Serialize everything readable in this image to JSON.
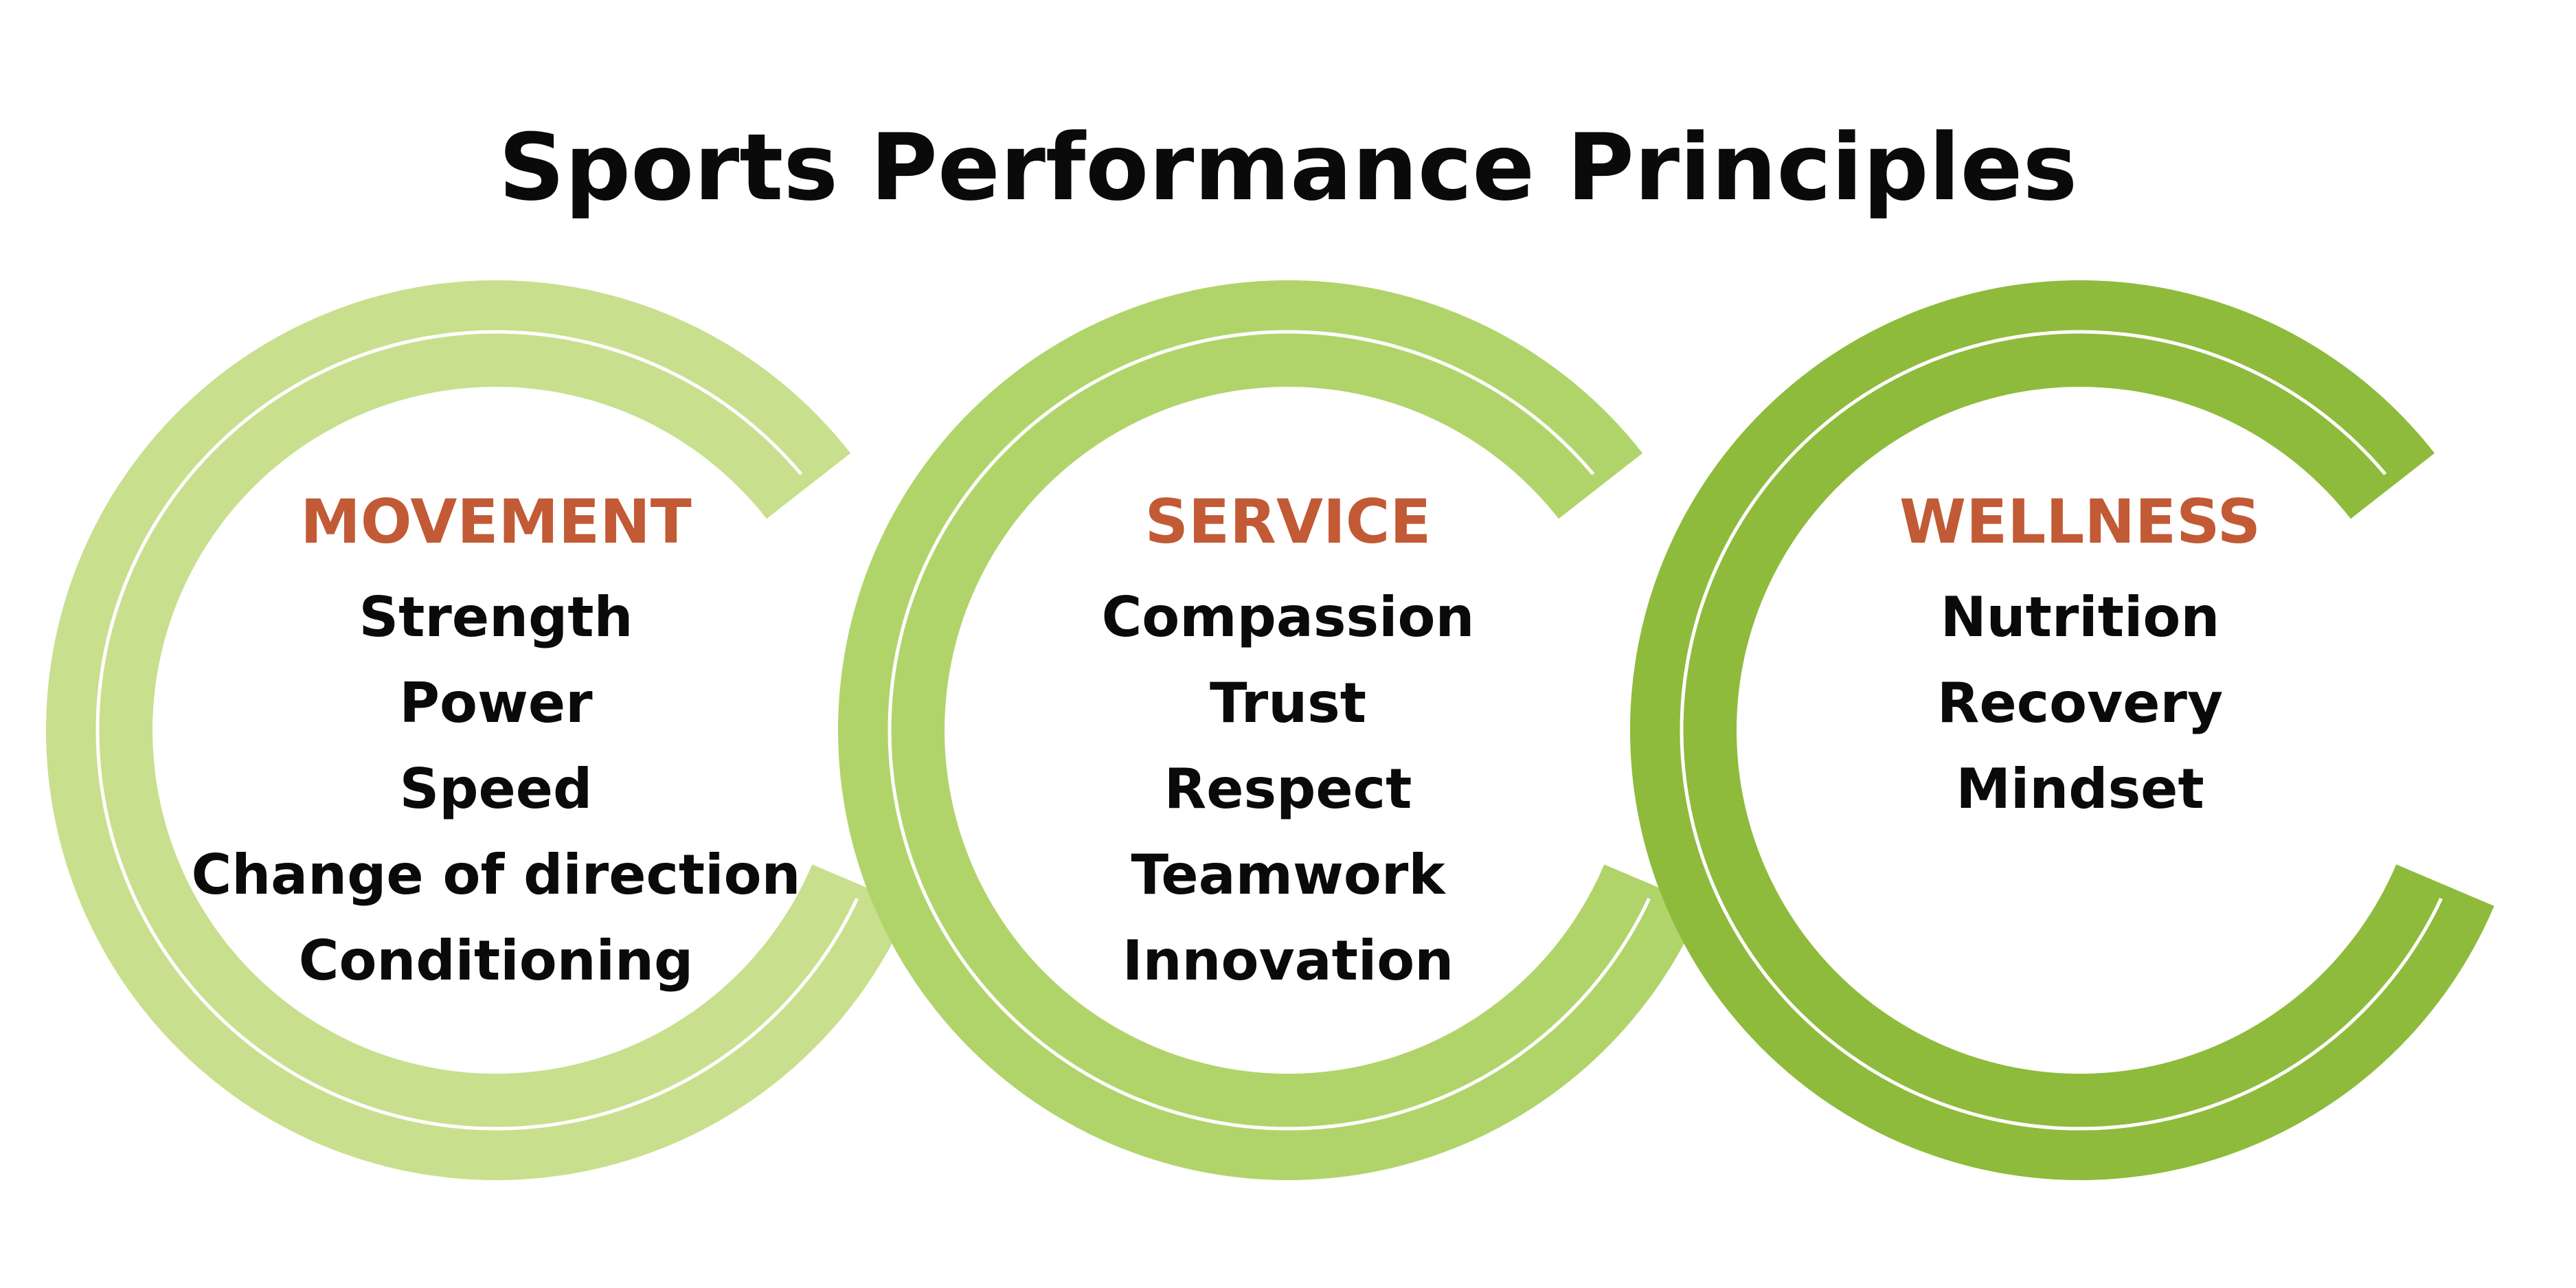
{
  "title": "Sports Performance Principles",
  "colors": {
    "heading": "#c15a35",
    "text": "#0a0a0a",
    "divider": "#ffffff",
    "ring_light": "#c8df8e",
    "ring_medium": "#b1d46a",
    "ring_dark": "#8ebb3c"
  },
  "principles": [
    {
      "heading": "MOVEMENT",
      "color": "#c8df8e",
      "items": [
        "Strength",
        "Power",
        "Speed",
        "Change of direction",
        "Conditioning"
      ]
    },
    {
      "heading": "SERVICE",
      "color": "#b1d46a",
      "items": [
        "Compassion",
        "Trust",
        "Respect",
        "Teamwork",
        "Innovation"
      ]
    },
    {
      "heading": "WELLNESS",
      "color": "#8ebb3c",
      "items": [
        "Nutrition",
        "Recovery",
        "Mindset"
      ]
    }
  ]
}
